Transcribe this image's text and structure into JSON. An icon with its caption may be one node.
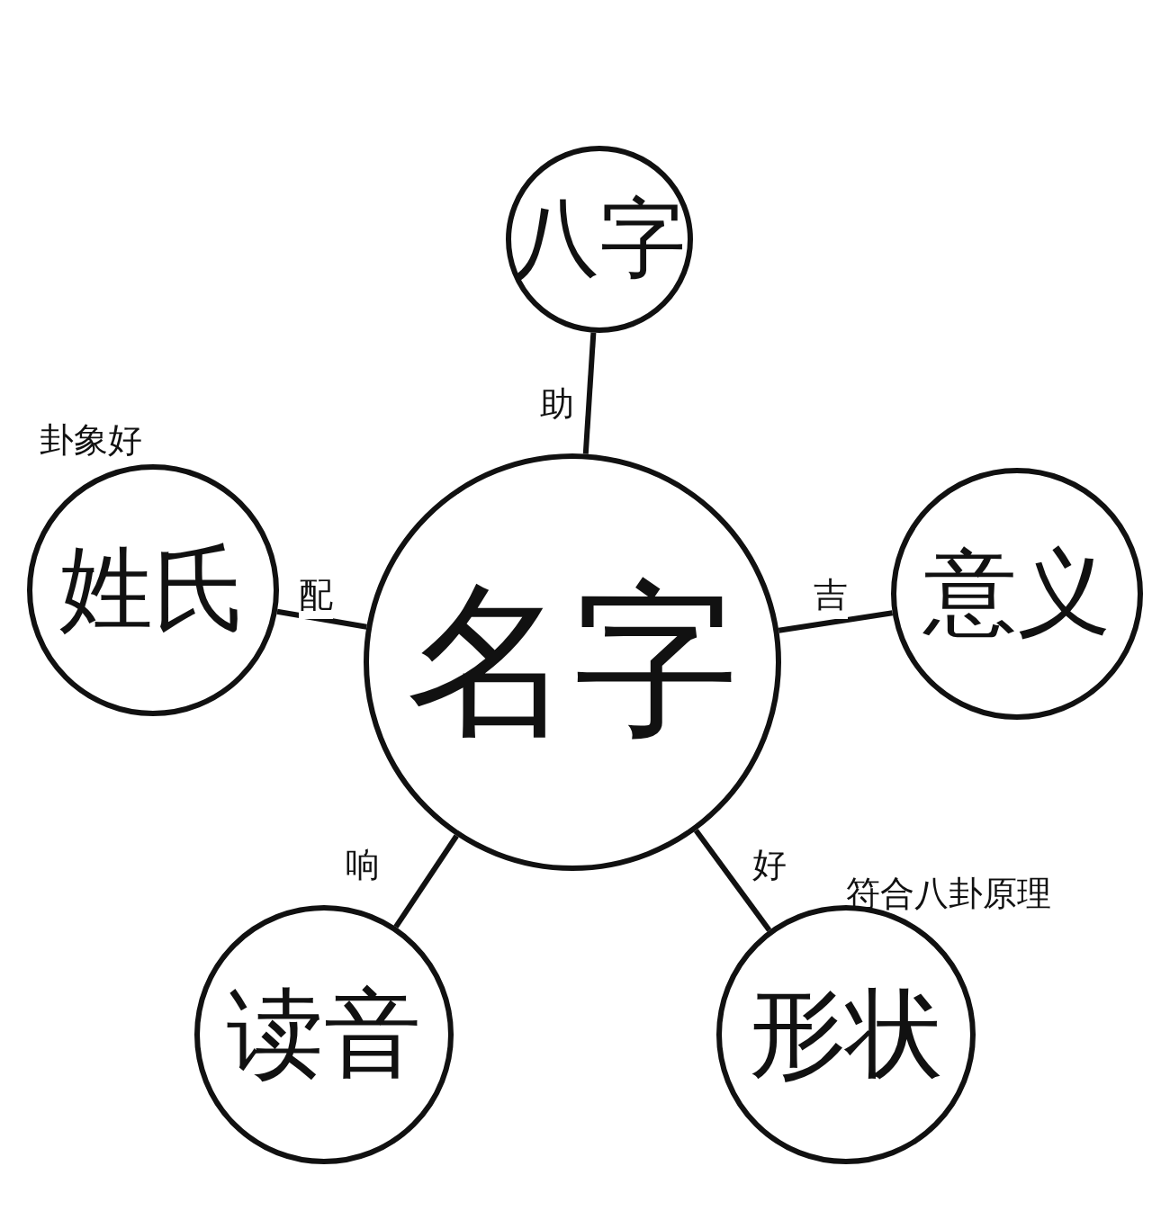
{
  "diagram": {
    "nodes": [
      {
        "text": [
          "名字"
        ]
      },
      {
        "text": [
          "八字"
        ]
      },
      {
        "text": [
          "姓氏"
        ],
        "beside": [
          "卦象好"
        ]
      },
      {
        "text": [
          "意义"
        ]
      },
      {
        "text": [
          "读音"
        ]
      },
      {
        "text": [
          "形状"
        ],
        "beside": [
          "符合八卦原理"
        ]
      }
    ],
    "edges": [
      {
        "from": 0,
        "to": 1,
        "arrow": "none",
        "label": "助"
      },
      {
        "from": 0,
        "to": 2,
        "arrow": "none",
        "label": "配"
      },
      {
        "from": 0,
        "to": 3,
        "arrow": "none",
        "label": "吉"
      },
      {
        "from": 0,
        "to": 4,
        "arrow": "none",
        "label": "响"
      },
      {
        "from": 0,
        "to": 5,
        "arrow": "none",
        "label": "好"
      }
    ]
  }
}
